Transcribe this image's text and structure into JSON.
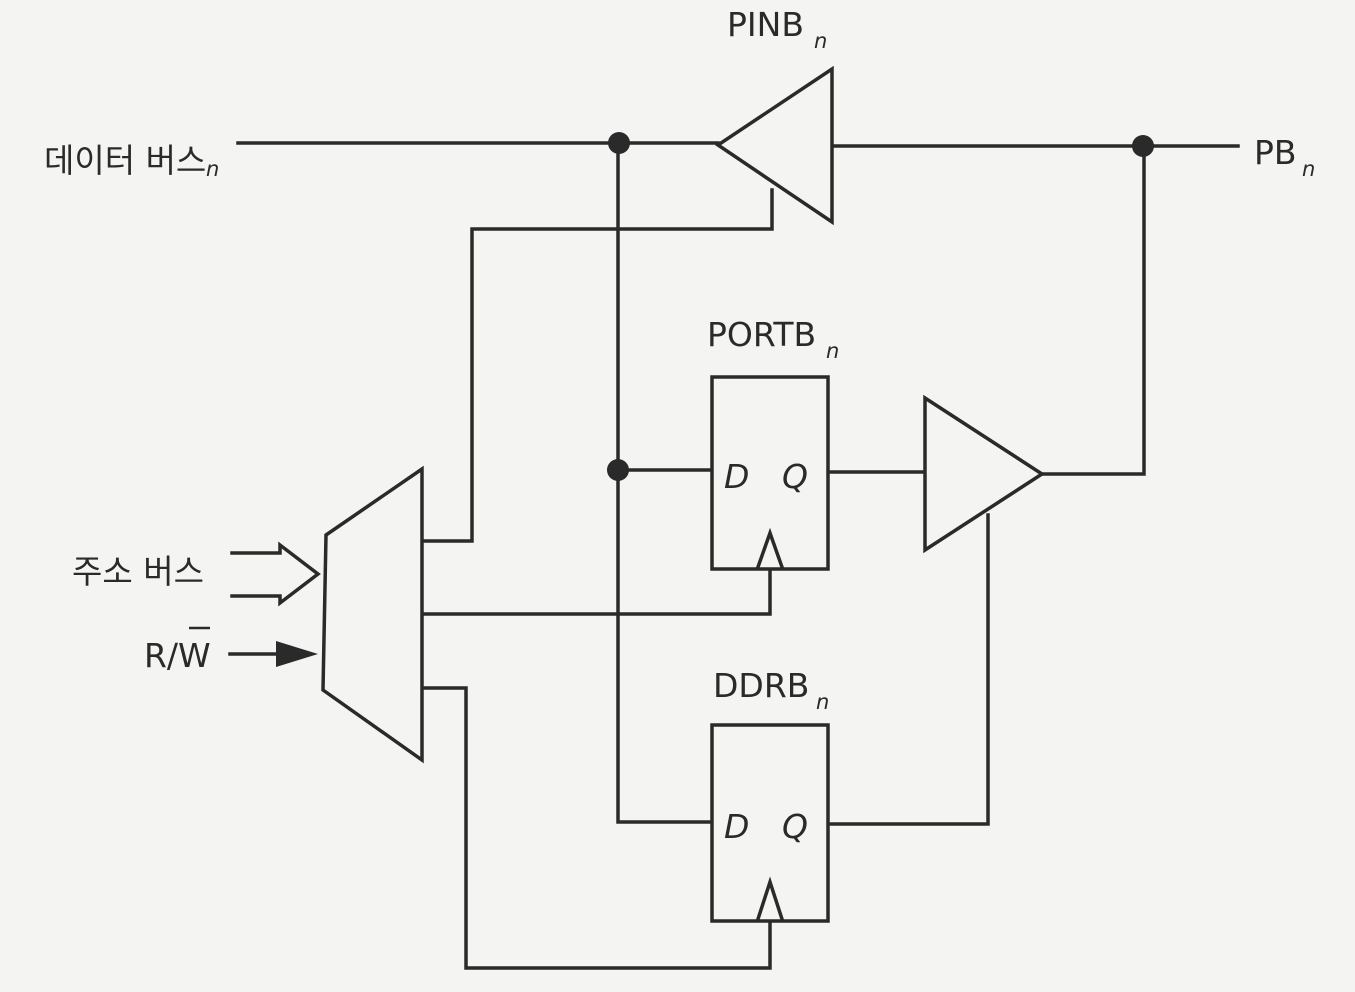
{
  "labels": {
    "data_bus": "데이터 버스",
    "data_bus_sub": "n",
    "address_bus": "주소 버스",
    "rw": "R/W",
    "pinb": "PINB",
    "pinb_sub": "n",
    "portb": "PORTB",
    "portb_sub": "n",
    "ddrb": "DDRB",
    "ddrb_sub": "n",
    "pb": "PB",
    "pb_sub": "n"
  },
  "pins": {
    "d": "D",
    "q": "Q"
  },
  "colors": {
    "background": "#f4f4f2",
    "ink": "#2a2a2a"
  }
}
